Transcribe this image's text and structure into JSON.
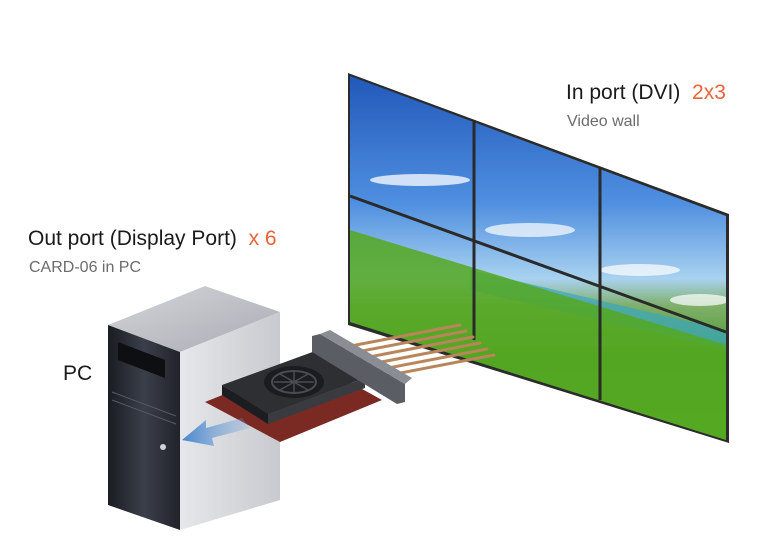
{
  "in_port": {
    "title": "In port (DVI)",
    "count": "2x3",
    "subtitle": "Video wall"
  },
  "out_port": {
    "title": "Out port (Display Port)",
    "count": "x 6",
    "subtitle": "CARD-06 in PC"
  },
  "pc_label": "PC",
  "colors": {
    "accent": "#e8643a",
    "text": "#1a1a1a",
    "subtext": "#6b6b6b",
    "cable": "#b8865a",
    "card": "#7a2a22",
    "tower": "#2a2d35"
  }
}
